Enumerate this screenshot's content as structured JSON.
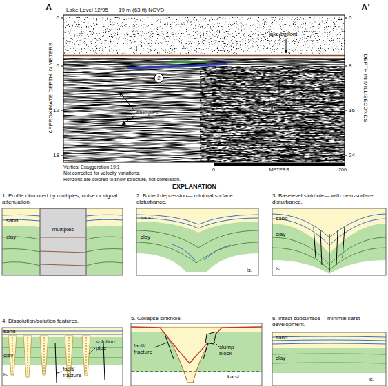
{
  "diagram": {
    "nodes": [
      {
        "text": [
          "2"
        ]
      },
      {
        "text": [
          "1. Profile obscured by multiples, noise or signal attenuation.",
          "sand",
          "clay",
          "multiples"
        ]
      },
      {
        "text": [
          "2. Buried depression— minimal surface disturbance.",
          "sand",
          "clay",
          "ls."
        ]
      },
      {
        "text": [
          "3. Baselevel sinkhole— with near-surface disturbance.",
          "sand",
          "clay",
          "ls."
        ]
      },
      {
        "text": [
          "4. Dissolution/solution features.",
          "sand",
          "clay",
          "ls.",
          "solution pipe",
          "fault/ fracture"
        ]
      },
      {
        "text": [
          "5. Collapse sinkhole.",
          "fault/ fracture",
          "slump block",
          "karst"
        ]
      },
      {
        "text": [
          "6. Intact subsurface— minimal karst development.",
          "sand",
          "clay",
          "ls."
        ]
      }
    ],
    "labels": [
      "A",
      "A'",
      "Lake Level 12/95",
      "19 m (63 ft) NGVD",
      "0",
      "6",
      "12",
      "18",
      "APPROXIMATE DEPTH IN METERS",
      "0",
      "8",
      "16",
      "24",
      "DEPTH IN MILLISECONDS",
      "lake bottom",
      "multiples",
      "record obscured",
      "Vertical Exaggeration 19:1",
      "Not corrected for velocity variations.",
      "Horizons are colored to show structure, not correlation.",
      "0",
      "METERS",
      "200",
      "EXPLANATION"
    ]
  }
}
